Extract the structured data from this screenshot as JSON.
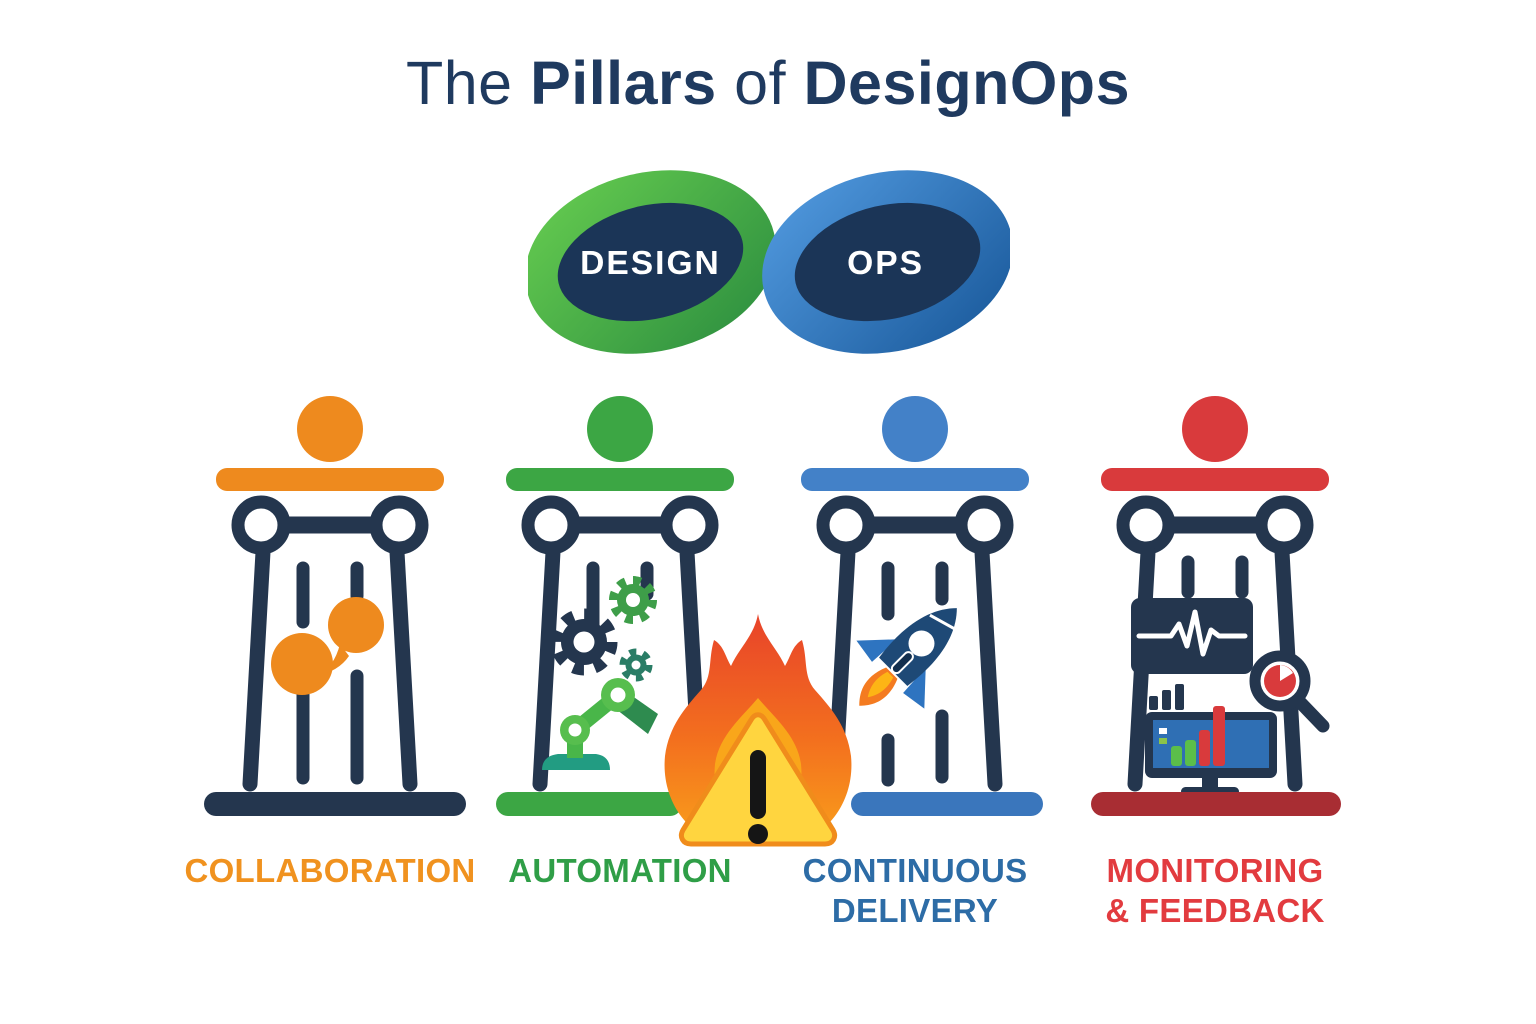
{
  "title": {
    "word1": "The",
    "word2": "Pillars",
    "word3": "of",
    "word4": "DesignOps",
    "color": "#1F3A5F"
  },
  "infinity": {
    "icon": "infinity-loop-icon",
    "design_label": "DESIGN",
    "ops_label": "OPS",
    "left_ring_color": "#3FA03F",
    "right_ring_color": "#2E75BE",
    "core_color": "#1B3557",
    "text_color": "#FFFFFF"
  },
  "pillars": [
    {
      "name": "collaboration",
      "label_line1": "COLLABORATION",
      "label_line2": "",
      "color": "#EE8A1E",
      "label_color": "#F0921F",
      "base_color": "#24364E",
      "icon": "chat-bubbles-icon"
    },
    {
      "name": "automation",
      "label_line1": "AUTOMATION",
      "label_line2": "",
      "color": "#3CA644",
      "label_color": "#2F9E47",
      "base_color": "#3CA644",
      "icon": "gears-and-robot-arm-icon"
    },
    {
      "name": "continuous-delivery",
      "label_line1": "CONTINUOUS",
      "label_line2": "DELIVERY",
      "color": "#4381C8",
      "label_color": "#2D6CA6",
      "base_color": "#3A76BC",
      "icon": "rocket-icon"
    },
    {
      "name": "monitoring-feedback",
      "label_line1": "MONITORING",
      "label_line2": "& FEEDBACK",
      "color": "#D93A3C",
      "label_color": "#E23B3F",
      "base_color": "#A82D33",
      "icon": "monitoring-dashboard-icon"
    }
  ],
  "warning": {
    "icon": "fire-warning-icon",
    "flame_top_color": "#E8432A",
    "flame_bottom_color": "#F9A01B",
    "triangle_color": "#FFD53F",
    "exclamation_color": "#151515"
  },
  "structure_color": "#24364E"
}
